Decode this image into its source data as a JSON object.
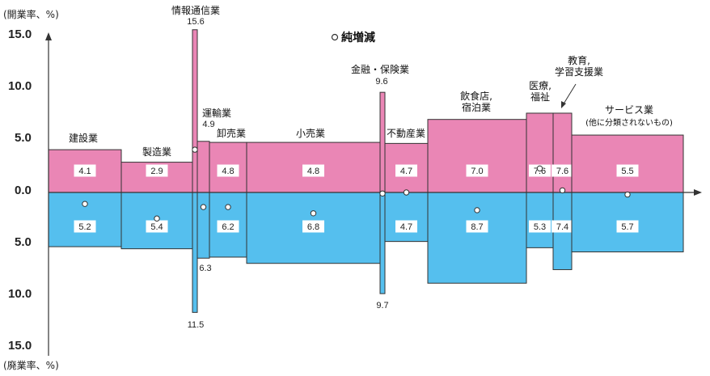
{
  "chart_data": {
    "type": "bar",
    "axis": {
      "top_label": "(開業率、%)",
      "bottom_label": "(廃業率、%)",
      "ticks": [
        "15.0",
        "10.0",
        "5.0",
        "0.0",
        "5.0",
        "10.0",
        "15.0"
      ],
      "range": [
        -15,
        15
      ]
    },
    "legend": {
      "label": "純増減"
    },
    "colors": {
      "opening": "#ea86b5",
      "closing": "#55bfee",
      "outline": "#333333"
    },
    "series": [
      {
        "name": "開業率"
      },
      {
        "name": "廃業率"
      }
    ],
    "categories": [
      {
        "name": "建設業",
        "open": 4.1,
        "close": 5.2,
        "open_label": "4.1",
        "close_label": "5.2",
        "net": -1.1
      },
      {
        "name": "製造業",
        "open": 2.9,
        "close": 5.4,
        "open_label": "2.9",
        "close_label": "5.4",
        "net": -2.5
      },
      {
        "name": "情報通信業",
        "open": 15.6,
        "close": 11.5,
        "open_label": "15.6",
        "close_label": "11.5",
        "net": 4.1
      },
      {
        "name": "運輸業",
        "open": 4.9,
        "close": 6.3,
        "open_label": "4.9",
        "close_label": "6.3",
        "net": -1.4
      },
      {
        "name": "卸売業",
        "open": 4.8,
        "close": 6.2,
        "open_label": "4.8",
        "close_label": "6.2",
        "net": -1.4
      },
      {
        "name": "小売業",
        "open": 4.8,
        "close": 6.8,
        "open_label": "4.8",
        "close_label": "6.8",
        "net": -2.0
      },
      {
        "name": "金融・保険業",
        "open": 9.6,
        "close": 9.7,
        "open_label": "9.6",
        "close_label": "9.7",
        "net": -0.1
      },
      {
        "name": "不動産業",
        "open": 4.7,
        "close": 4.7,
        "open_label": "4.7",
        "close_label": "4.7",
        "net": 0.0
      },
      {
        "name": "飲食店,宿泊業",
        "open": 7.0,
        "close": 8.7,
        "open_label": "7.0",
        "close_label": "8.7",
        "net": -1.7
      },
      {
        "name": "医療,福祉",
        "open": 7.6,
        "close": 5.3,
        "open_label": "7.6",
        "close_label": "5.3",
        "net": 2.3
      },
      {
        "name": "教育,学習支援業",
        "open": 7.6,
        "close": 7.4,
        "open_label": "7.6",
        "close_label": "7.4",
        "net": 0.2
      },
      {
        "name": "サービス業",
        "sub_label": "(他に分類されないもの)",
        "open": 5.5,
        "close": 5.7,
        "open_label": "5.5",
        "close_label": "5.7",
        "net": -0.2
      }
    ]
  }
}
